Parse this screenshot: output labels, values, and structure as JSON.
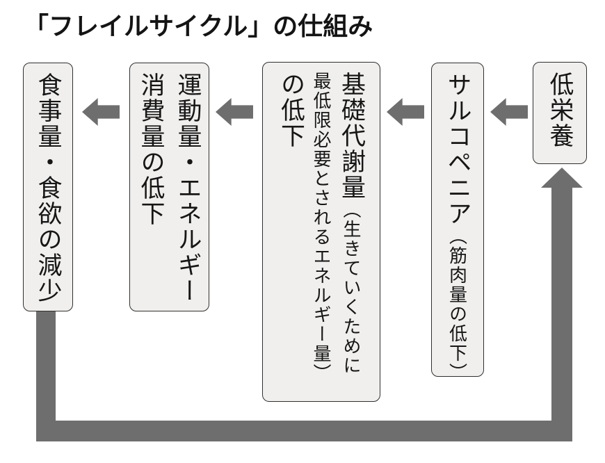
{
  "title": "「フレイルサイクル」の仕組み",
  "colors": {
    "background": "#ffffff",
    "arrow": "#6e6e6e",
    "box_fill": "#f0efed",
    "box_border": "#2f2f2f",
    "text": "#161616"
  },
  "boxes": {
    "diet": {
      "label": "食事量・食欲の減少"
    },
    "exercise": {
      "col1": "運動量・エネルギー",
      "col2": "消費量の低下"
    },
    "metabolism": {
      "main": "基礎代謝量",
      "paren_start": "（生きていくために",
      "paren_cont": "最低限必要とされるエネルギー量）",
      "suffix": "の低下"
    },
    "sarcopenia": {
      "main": "サルコペニア",
      "paren": "（筋肉量の低下）"
    },
    "malnutrition": {
      "label": "低栄養"
    }
  }
}
